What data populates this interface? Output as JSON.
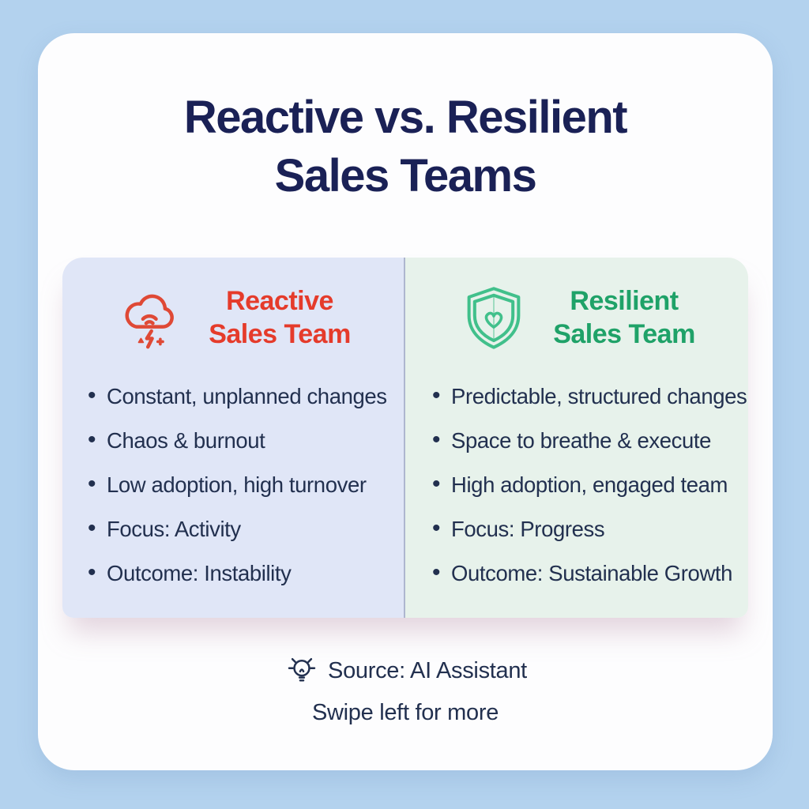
{
  "header": {
    "title_line1": "Reactive vs. Resilient",
    "title_line2": "Sales Teams"
  },
  "columns": {
    "reactive": {
      "title_line1": "Reactive",
      "title_line2": "Sales Team",
      "icon": "storm-cloud-lightning-icon",
      "bullets": [
        "Constant, unplanned changes",
        "Chaos & burnout",
        "Low adoption, high turnover",
        "Focus: Activity",
        "Outcome: Instability"
      ]
    },
    "resilient": {
      "title_line1": "Resilient",
      "title_line2": "Sales Team",
      "icon": "shield-heart-icon",
      "bullets": [
        "Predictable, structured changes",
        "Space to breathe & execute",
        "High adoption, engaged team",
        "Focus: Progress",
        "Outcome: Sustainable Growth"
      ]
    }
  },
  "footer": {
    "source_icon": "lightbulb-icon",
    "source_text": "Source: AI Assistant",
    "swipe_hint": "Swipe left for more"
  },
  "colors": {
    "page_background": "#b3d2ee",
    "card_background": "#fdfdfe",
    "title_text": "#1a2156",
    "body_text": "#22304f",
    "reactive_accent": "#e53b2b",
    "reactive_icon": "#df4936",
    "reactive_panel_bg": "#e0e6f7",
    "resilient_accent": "#1fa268",
    "resilient_icon": "#41c08b",
    "resilient_panel_bg": "#e7f2eb",
    "divider": "#aeb6cf"
  }
}
